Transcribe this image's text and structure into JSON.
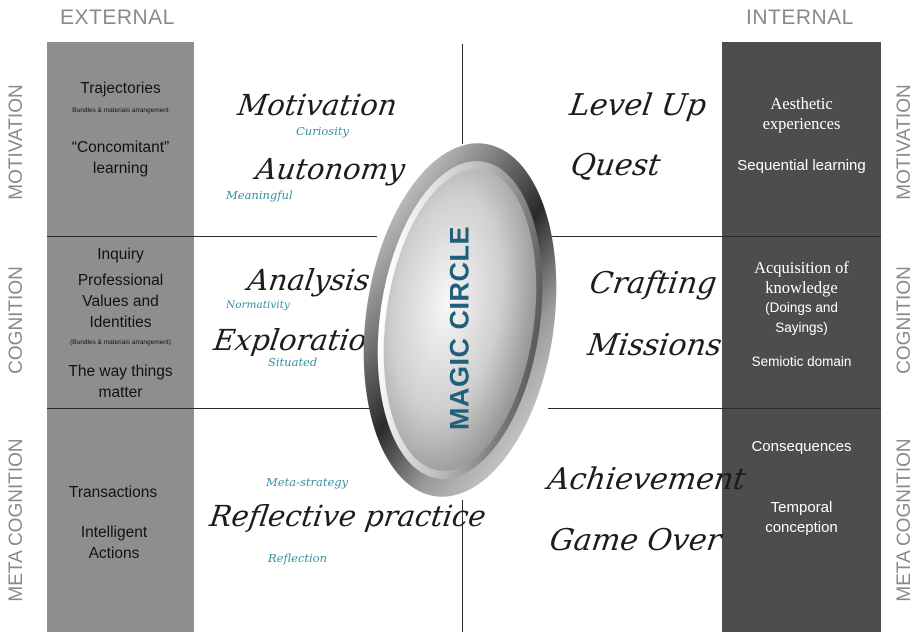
{
  "headers": {
    "external": "EXTERNAL",
    "internal": "INTERNAL"
  },
  "rows": {
    "motivation": "MOTIVATION",
    "cognition": "COGNITION",
    "meta_cognition": "META COGNITION"
  },
  "left_column": {
    "motivation": {
      "trajectories": "Trajectories",
      "bundles": "Bundles & materials arrangement",
      "concomitant": "“Concomitant” learning"
    },
    "cognition": {
      "inquiry": "Inquiry",
      "values": "Professional Values and Identities",
      "bundles": "(Bundles & materials arrangement)",
      "way": "The way things matter"
    },
    "meta_cognition": {
      "transactions": "Transactions",
      "actions": "Intelligent Actions"
    }
  },
  "center_left": {
    "motivation": {
      "main1": "Motivation",
      "sub1": "Curiosity",
      "main2": "Autonomy",
      "sub2": "Meaningful"
    },
    "cognition": {
      "main1": "Analysis",
      "sub1": "Normativity",
      "main2": "Exploration",
      "sub2": "Situated"
    },
    "meta_cognition": {
      "sub1": "Meta-strategy",
      "main": "Reflective practice",
      "sub2": "Reflection"
    }
  },
  "center_right": {
    "motivation": {
      "main1": "Level Up",
      "main2": "Quest"
    },
    "cognition": {
      "main1": "Crafting",
      "main2": "Missions"
    },
    "meta_cognition": {
      "main1": "Achievement",
      "main2": "Game Over"
    }
  },
  "right_column": {
    "motivation": {
      "aesthetic": "Aesthetic experiences",
      "sequential": "Sequential learning"
    },
    "cognition": {
      "acquisition": "Acquisition of knowledge",
      "doings": "(Doings and Sayings)",
      "semiotic": "Semiotic domain"
    },
    "meta_cognition": {
      "consequences": "Consequences",
      "temporal": "Temporal conception"
    }
  },
  "center": {
    "label": "MAGIC CIRCLE"
  },
  "colors": {
    "left_column": "#8e8e8e",
    "right_column": "#4d4d4f",
    "accent_teal": "#3a8fa4",
    "magic_text": "#1f5f7a"
  }
}
